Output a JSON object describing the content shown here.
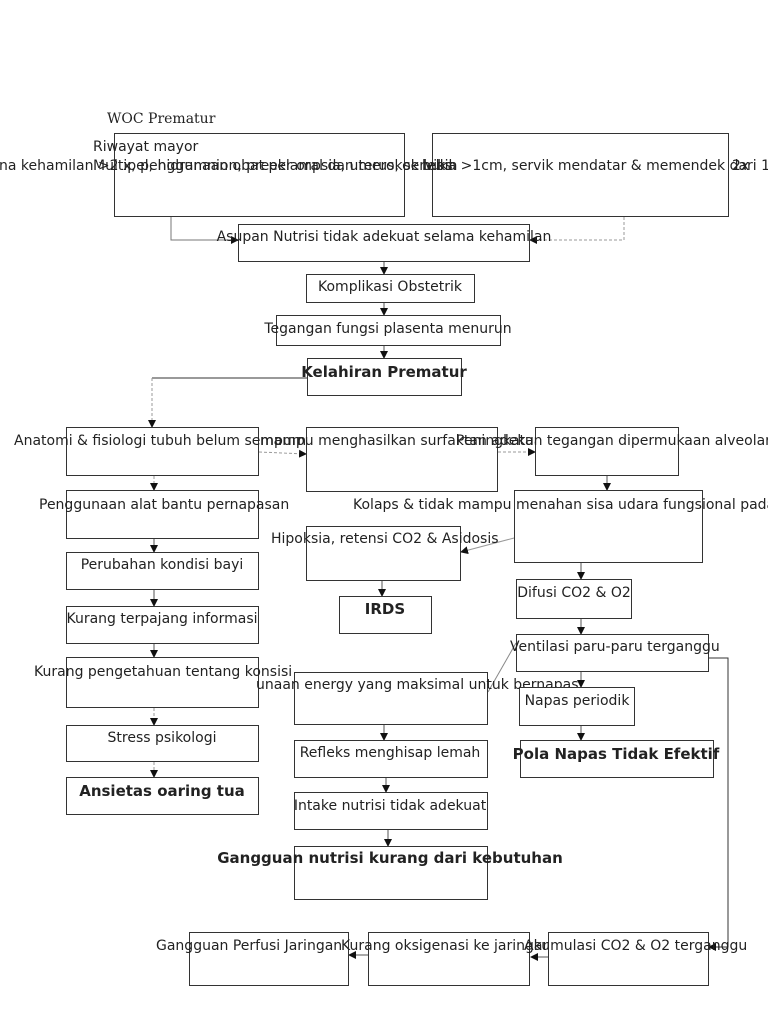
{
  "title": "WOC Prematur",
  "top_left": {
    "heading": "Riwayat mayor",
    "line": "na kehamilan >2 x, penggunaan obat per oral dan merokok lebih"
  },
  "top_overlap": "Multipel, hidramnion, preeklampsia, uterus, serviks",
  "top_right": "buka >1cm, servik mendatar & memendek dari 1",
  "top_right_end": "2x",
  "nodes": {
    "asupan": "Asupan Nutrisi tidak adekuat selama kehamilan",
    "komplikasi": "Komplikasi Obstetrik",
    "tegangan": "Tegangan fungsi plasenta menurun",
    "kelahiran": "Kelahiran Prematur",
    "anatomi": "Anatomi & fisiologi tubuh belum sempurna",
    "surfaktan": "mampu menghasilkan surfaktan adekuat",
    "alveolar": "Peningkatan tegangan dipermukaan alveolar",
    "penggunaan": "Penggunaan alat bantu pernapasan",
    "kolaps": "Kolaps & tidak mampu menahan sisa udara fungsional pada",
    "hipoksia": "Hipoksia, retensi CO2 & Asidosis",
    "perubahan": "Perubahan kondisi bayi",
    "irds": "IRDS",
    "difusi": "Difusi CO2 & O2",
    "kurang_info": "Kurang terpajang informasi",
    "ventilasi": "Ventilasi paru-paru terganggu",
    "kurang_pengetahuan": "Kurang pengetahuan tentang konsisi",
    "energy": "unaan energy yang maksimal untuk bernapas",
    "napas_periodik": "Napas periodik",
    "stress": "Stress psikologi",
    "refleks": "Refleks menghisap lemah",
    "pola_napas": "Pola Napas Tidak Efektif",
    "ansietas": "Ansietas oaring tua",
    "intake": "Intake nutrisi tidak adekuat",
    "gangguan_nutrisi": "Gangguan nutrisi kurang dari kebutuhan",
    "gangguan_perfusi": "Gangguan Perfusi Jaringan",
    "oksigenasi": "Kurang oksigenasi ke jaringan",
    "akumulasi": "Akumulasi CO2 & O2 terganggu"
  }
}
